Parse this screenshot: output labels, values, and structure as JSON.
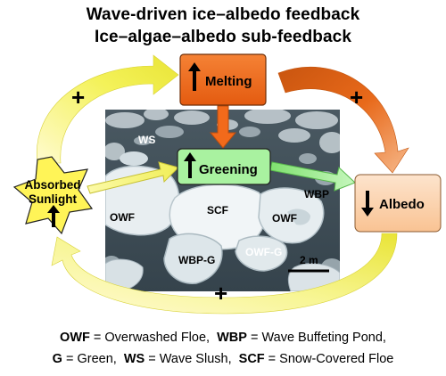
{
  "titles": {
    "line1": "Wave-driven ice–albedo feedback",
    "line2": "Ice–algae–albedo sub-feedback"
  },
  "nodes": {
    "melting": {
      "label": "Melting",
      "arrow": "up-arrow",
      "fill": "#f26a1b"
    },
    "greening": {
      "label": "Greening",
      "arrow": "up-arrow",
      "fill": "#a9f2a0"
    },
    "albedo": {
      "label": "Albedo",
      "arrow": "down-arrow",
      "fill": "#fbd1ac"
    },
    "sunlight": {
      "line1": "Absorbed",
      "line2": "Sunlight",
      "arrow": "up-arrow",
      "fill": "#fff457"
    }
  },
  "signs": {
    "top_left": "+",
    "top_right": "+",
    "bottom": "+"
  },
  "photo_labels": {
    "ws": "WS",
    "owf_left": "OWF",
    "scf": "SCF",
    "wbp": "WBP",
    "owf_right": "OWF",
    "wbp_g": "WBP-G",
    "owf_g": "OWF-G",
    "scale": "2 m"
  },
  "legend": {
    "line1": [
      {
        "abbr": "OWF",
        "text": " = Overwashed Floe,  "
      },
      {
        "abbr": "WBP",
        "text": " = Wave Buffeting Pond,"
      }
    ],
    "line2": [
      {
        "abbr": "G",
        "text": " = Green,  "
      },
      {
        "abbr": "WS",
        "text": " = Wave Slush,  "
      },
      {
        "abbr": "SCF",
        "text": " = Snow-Covered Floe"
      }
    ]
  },
  "colors": {
    "yellow_arrow": "#f4f25a",
    "orange_arrow": "#e8691a",
    "green_arrow": "#a6f29b",
    "photo_water": "#3e4d57"
  }
}
